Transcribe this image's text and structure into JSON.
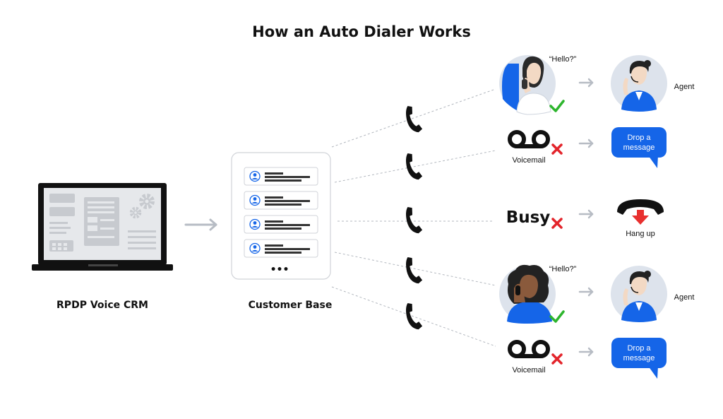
{
  "title": "How an Auto Dialer Works",
  "crm": {
    "label": "RPDP Voice CRM"
  },
  "customer_base": {
    "label": "Customer Base",
    "more": "•••",
    "contact_count": 4
  },
  "outcomes": [
    {
      "type": "answered",
      "caller_quote": "“Hello?”",
      "status": "success",
      "result_label": "Agent",
      "caller_style": "blue-chair"
    },
    {
      "type": "voicemail",
      "caption": "Voicemail",
      "status": "fail",
      "result_lines": [
        "Drop a",
        "message"
      ]
    },
    {
      "type": "busy",
      "caption": "Busy",
      "status": "fail",
      "result_label": "Hang up"
    },
    {
      "type": "answered",
      "caller_quote": "“Hello?”",
      "status": "success",
      "result_label": "Agent",
      "caller_style": "curly-hair"
    },
    {
      "type": "voicemail",
      "caption": "Voicemail",
      "status": "fail",
      "result_lines": [
        "Drop a",
        "message"
      ]
    }
  ],
  "colors": {
    "accent_blue": "#1565e8",
    "success_green": "#2db52d",
    "fail_red": "#e3242b",
    "hangup_red": "#e8302f",
    "arrow_gray": "#b7bcc4",
    "device_gray": "#c7cacf",
    "ink": "#111111",
    "circle_bg": "#dde3ec"
  },
  "icons": [
    "laptop-icon",
    "gear-icon",
    "contact-avatar-icon",
    "phone-handset-icon",
    "voicemail-icon",
    "check-icon",
    "cross-icon",
    "hang-up-icon",
    "down-arrow-icon",
    "speech-bubble-icon",
    "headset-agent-icon"
  ]
}
